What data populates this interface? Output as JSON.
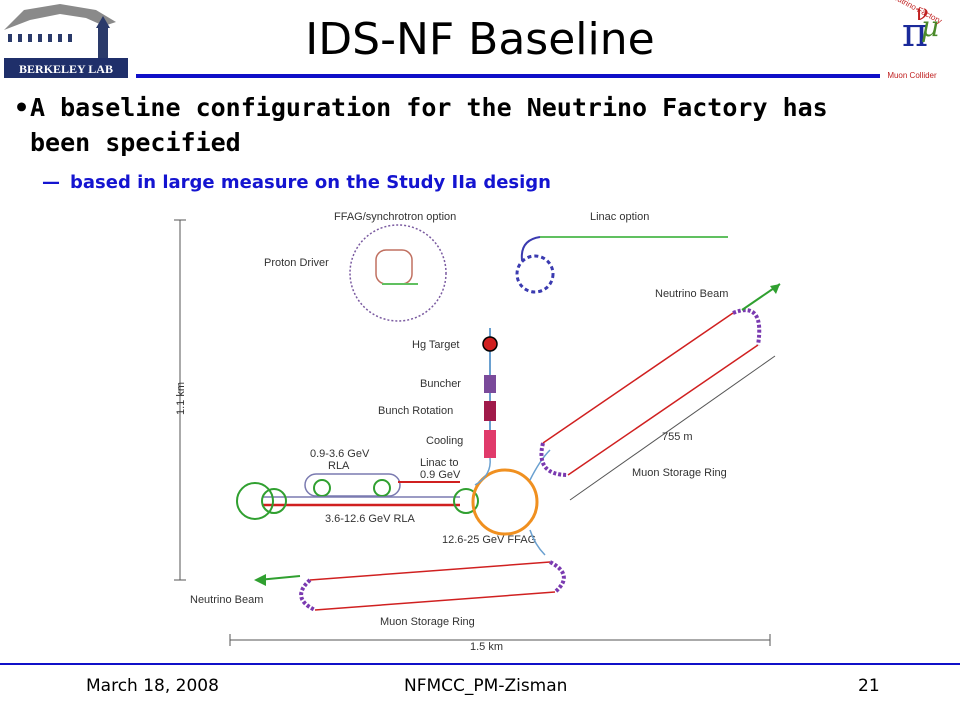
{
  "slide": {
    "title": "IDS-NF Baseline",
    "bullet": "A baseline configuration for the Neutrino Factory has been specified",
    "sub_bullet": "based in large measure on the Study IIa design"
  },
  "logos": {
    "left_text": "BERKELEY LAB",
    "right_lines": [
      "Neutrino Factory",
      "Muon Collider"
    ]
  },
  "diagram": {
    "labels": {
      "ffag": "FFAG/synchrotron option",
      "linac": "Linac option",
      "proton_driver": "Proton Driver",
      "neutrino_beam_top": "Neutrino Beam",
      "hg_target": "Hg Target",
      "buncher": "Buncher",
      "bunch_rotation": "Bunch Rotation",
      "cooling": "Cooling",
      "rla_low_1": "0.9-3.6 GeV",
      "rla_low_2": "RLA",
      "linac_to_1": "Linac to",
      "linac_to_2": "0.9 GeV",
      "rla_high": "3.6-12.6 GeV RLA",
      "ffag_energy": "12.6-25 GeV FFAG",
      "length_755": "755 m",
      "muon_ring_top": "Muon Storage Ring",
      "neutrino_beam_bottom": "Neutrino Beam",
      "muon_ring_bottom": "Muon Storage Ring",
      "height": "1.1 km",
      "width": "1.5 km"
    }
  },
  "footer": {
    "date": "March 18, 2008",
    "center": "NFMCC_PM-Zisman",
    "page": "21"
  }
}
